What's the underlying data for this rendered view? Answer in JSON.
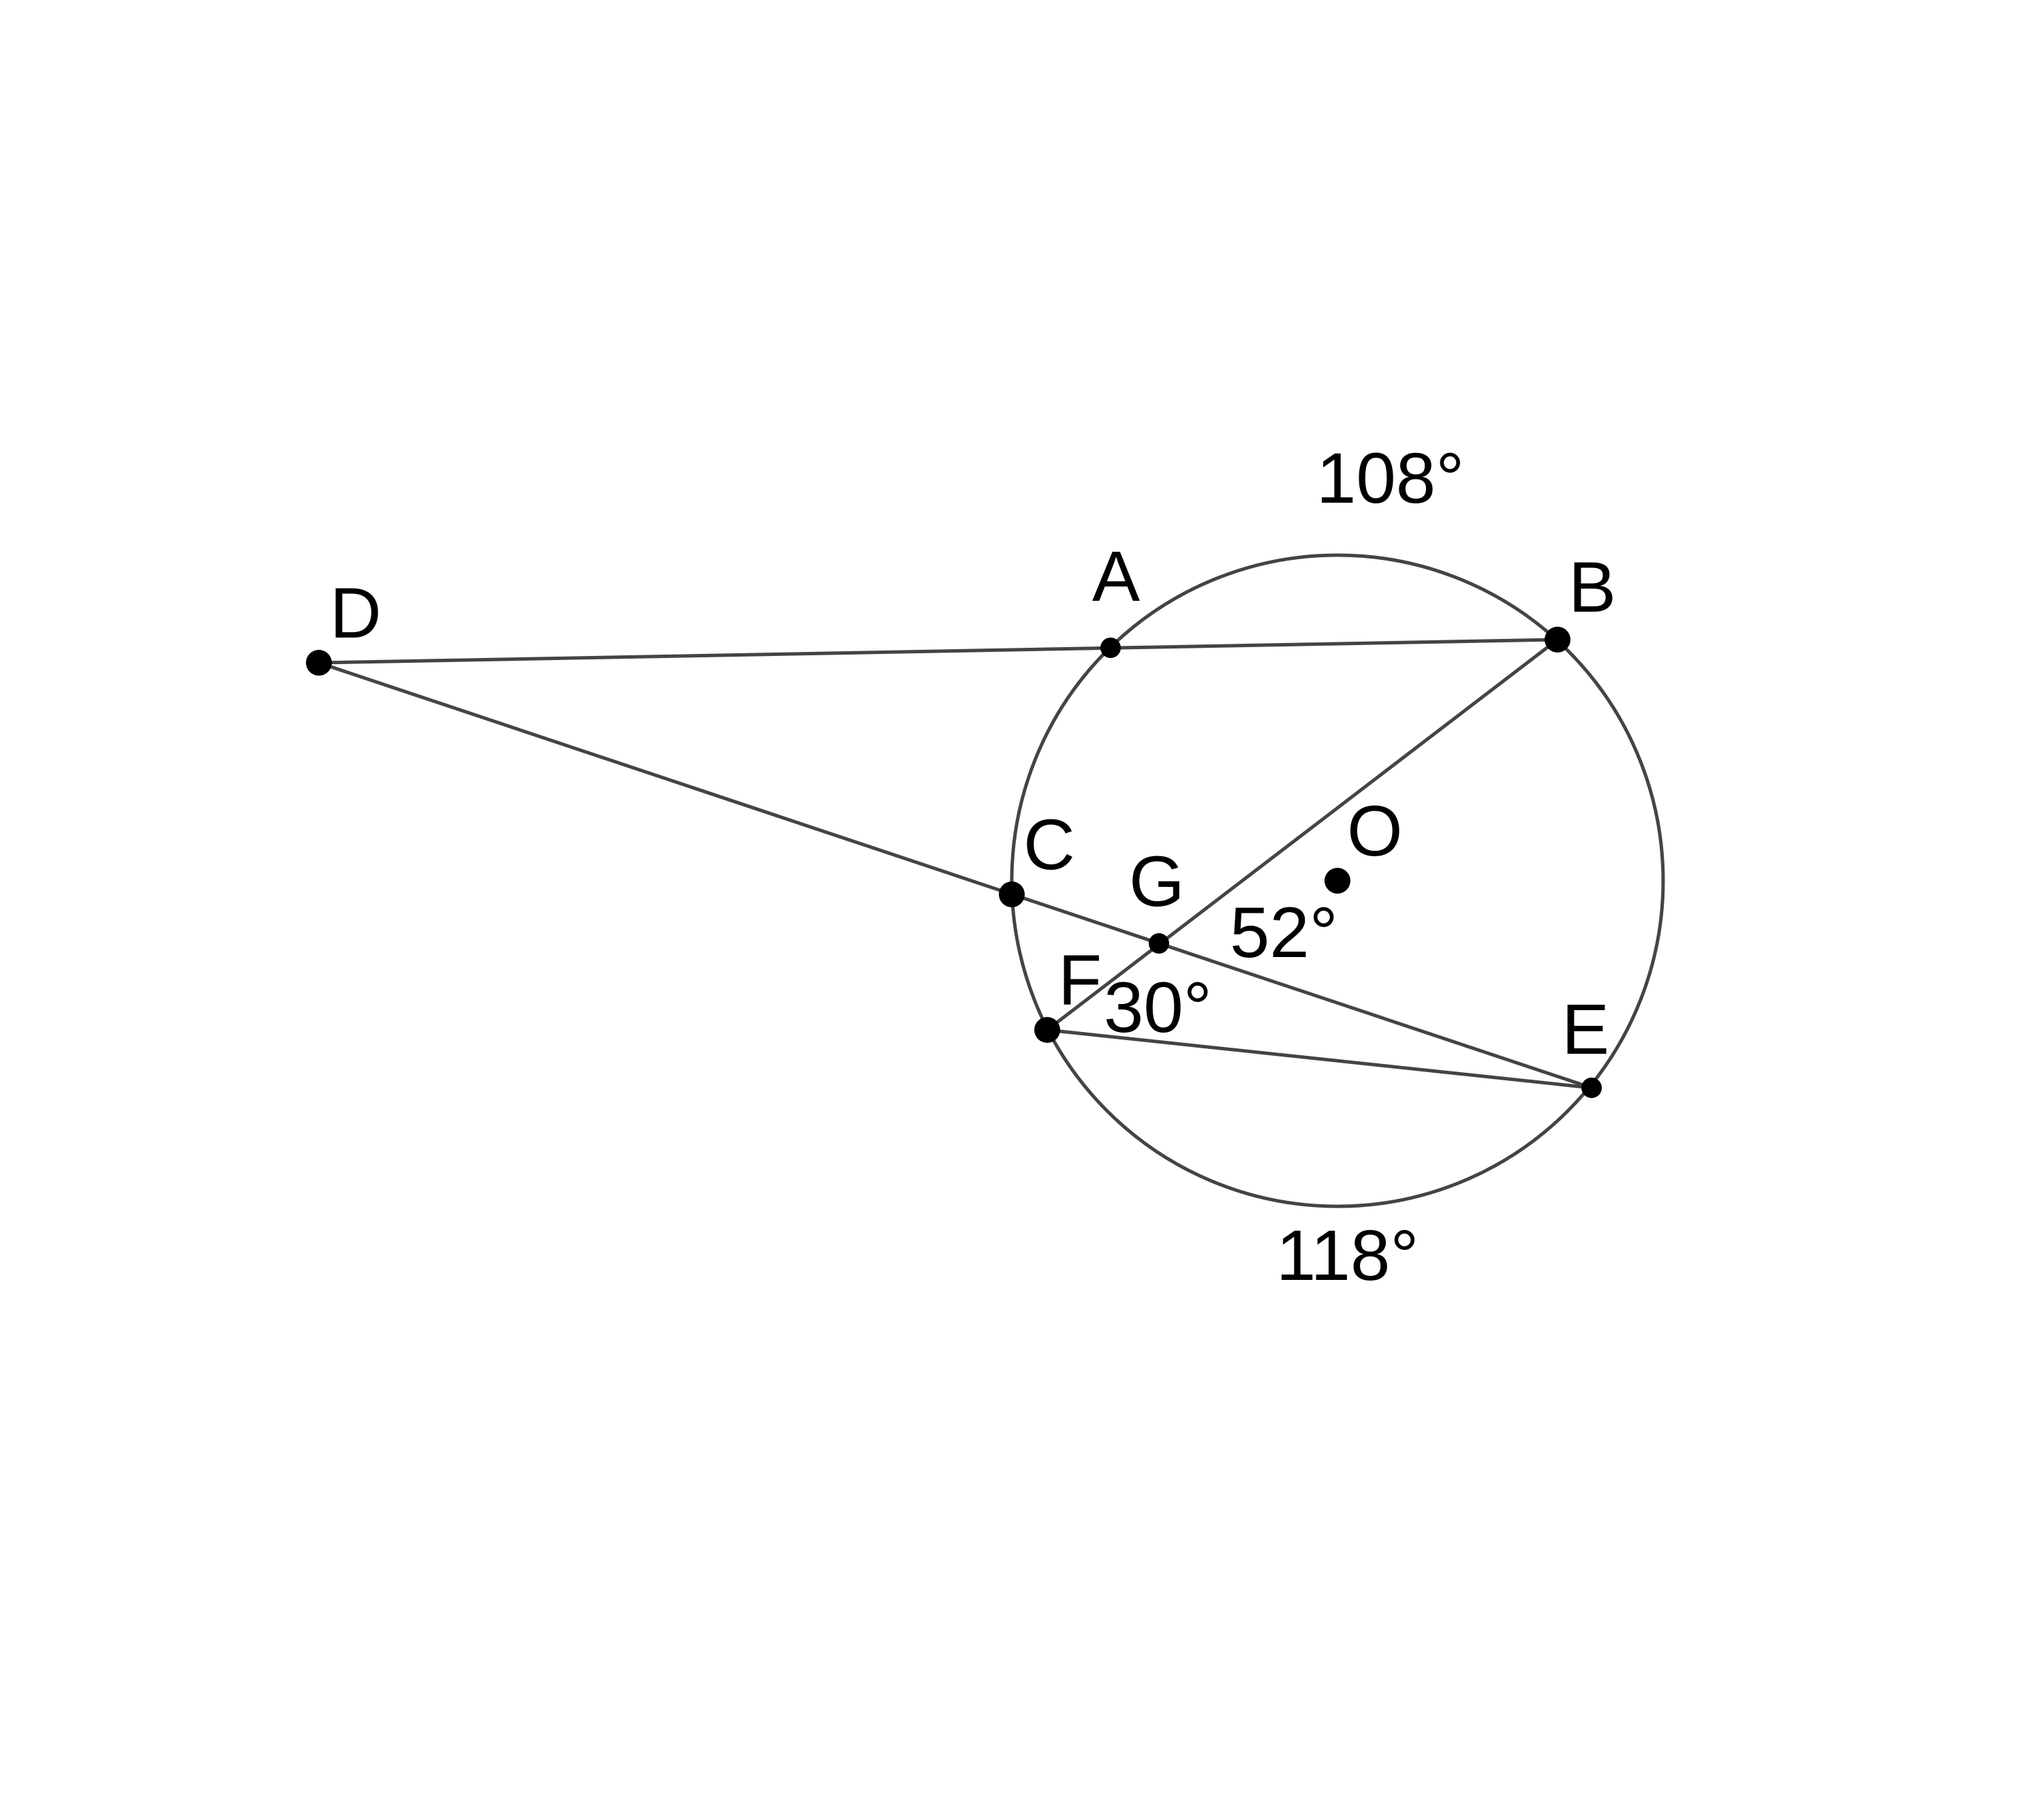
{
  "points": {
    "A": "A",
    "B": "B",
    "C": "C",
    "D": "D",
    "E": "E",
    "F": "F",
    "G": "G",
    "O": "O"
  },
  "angles": {
    "arc_ab": "108°",
    "arc_fe": "118°",
    "angle_bge": "52°",
    "angle_gfe": "30°"
  },
  "colors": {
    "stroke": "#444444",
    "point": "#000000",
    "text": "#000000",
    "background": "#ffffff"
  }
}
